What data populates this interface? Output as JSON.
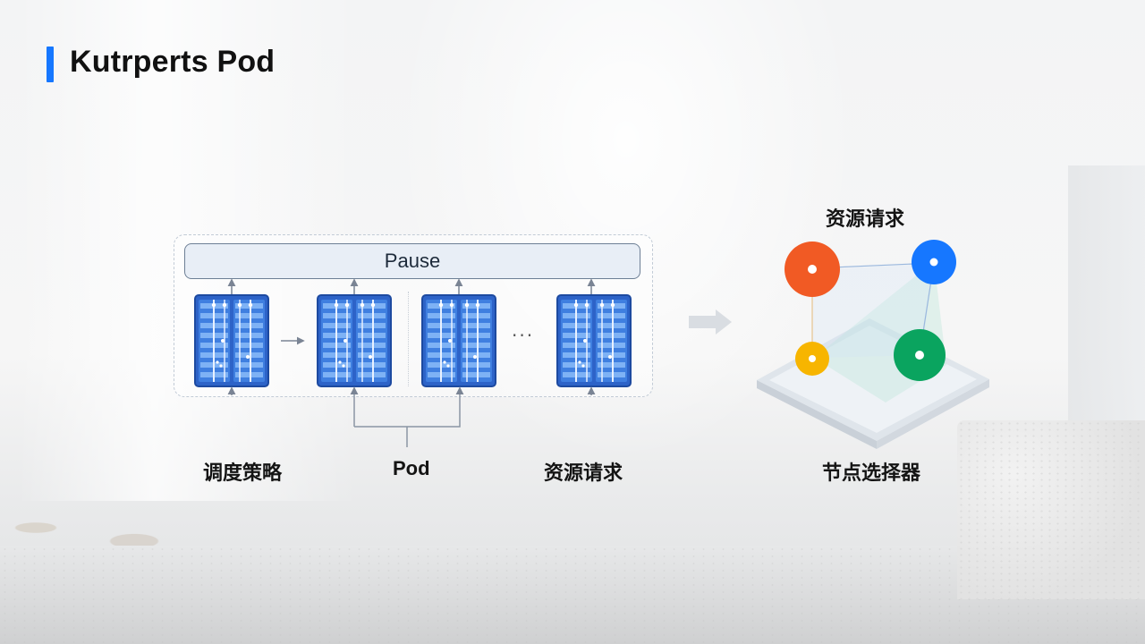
{
  "slide": {
    "title": "Kutrperts Pod"
  },
  "diagram": {
    "pause_label": "Pause",
    "ellipsis": "···",
    "labels": {
      "scheduling": "调度策略",
      "pod": "Pod",
      "resource_request": "资源请求",
      "resource_request_top": "资源请求",
      "node_selector": "节点选择器"
    },
    "node_colors": {
      "orange": "#f15a24",
      "blue": "#1677ff",
      "yellow": "#f7b500",
      "green": "#0aa45f"
    },
    "accent_color": "#1677ff"
  }
}
